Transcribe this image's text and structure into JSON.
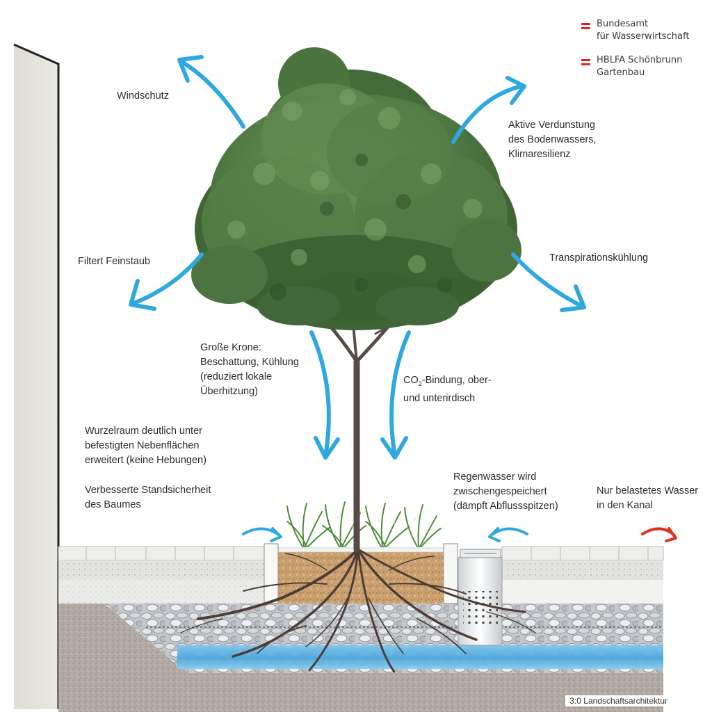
{
  "logos": {
    "bfw_line1": "Bundesamt",
    "bfw_line2": "für Wasserwirtschaft",
    "hblfa_line1": "HBLFA Schönbrunn",
    "hblfa_line2": "Gartenbau"
  },
  "labels": {
    "windschutz": "Windschutz",
    "verdunstung": [
      "Aktive Verdunstung",
      "des Bodenwassers,",
      "Klimaresilienz"
    ],
    "feinstaub": "Filtert Feinstaub",
    "transpiration": "Transpirationskühlung",
    "krone": [
      "Große Krone:",
      "Beschattung, Kühlung",
      "(reduziert lokale",
      "Überhitzung)"
    ],
    "co2_pre": "CO",
    "co2_sub": "2",
    "co2_post": "-Bindung, ober-",
    "co2_line2": "und unterirdisch",
    "wurzelraum": [
      "Wurzelraum deutlich unter",
      "befestigten Nebenflächen",
      "erweitert (keine Hebungen)"
    ],
    "standsicherheit": [
      "Verbesserte Standsicherheit",
      "des Baumes"
    ],
    "regenwasser": [
      "Regenwasser wird",
      "zwischengespeichert",
      "(dämpft Abflussspitzen)"
    ],
    "kanal": [
      "Nur belastetes Wasser",
      "in den Kanal"
    ]
  },
  "credit": "3:0 Landschaftsarchitektur",
  "colors": {
    "arrow": "#2ea8e0",
    "arrow_red": "#e03024",
    "canopy": "#4f7a42",
    "trunk": "#5a4a45",
    "water": "#5cb4e6",
    "soil": "#cfa070",
    "gravel": "#c9ccd0"
  },
  "icons": {
    "logo_flag": "austria-flag-icon",
    "arrow": "curved-arrow-icon"
  }
}
